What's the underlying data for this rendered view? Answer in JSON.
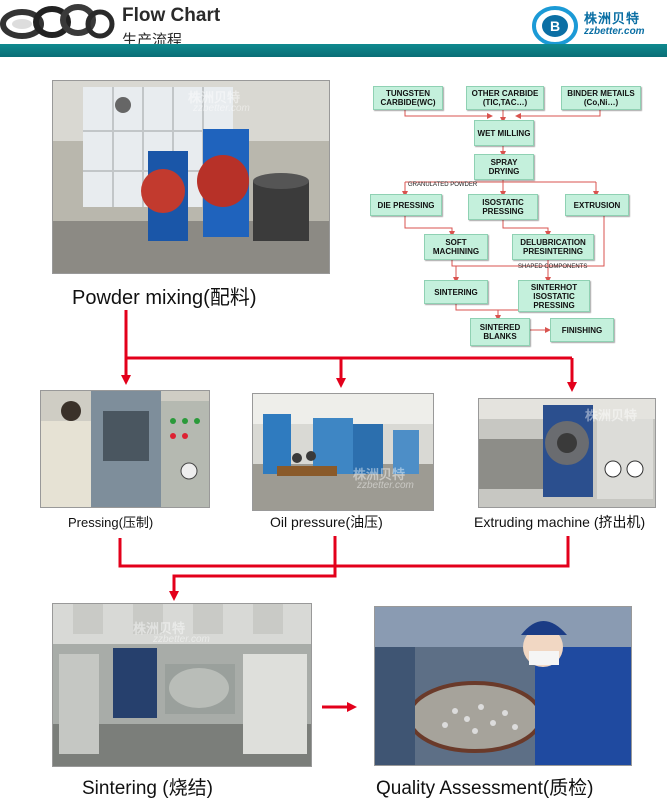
{
  "header": {
    "title": "Flow Chart",
    "subtitle": "生产流程",
    "logo_cn": "株洲贝特",
    "logo_en": "zzbetter.com"
  },
  "watermark": {
    "cn": "株洲贝特",
    "en": "zzbetter.com"
  },
  "stages": {
    "powder_mixing": "Powder mixing(配料)",
    "pressing": "Pressing(压制)",
    "oil_pressure": "Oil pressure(油压)",
    "extruding": "Extruding machine (挤出机)",
    "sintering": "Sintering (烧结)",
    "quality": "Quality Assessment(质检)"
  },
  "flowchart": {
    "tungsten_carbide": "TUNGSTEN CARBIDE(WC)",
    "other_carbide": "OTHER CARBIDE (TIC,TAC…)",
    "binder_metals": "BINDER METAILS (Co,Ni…)",
    "wet_milling": "WET MILLING",
    "spray_drying": "SPRAY DRYING",
    "granulated_powder": "GRANULATED POWDER",
    "die_pressing": "DIE PRESSING",
    "isostatic_pressing": "ISOSTATIC PRESSING",
    "extrusion": "EXTRUSION",
    "soft_machining": "SOFT MACHINING",
    "delubrication": "DELUBRICATION PRESINTERING",
    "shaped_components": "SHAPED COMPONENTS",
    "sintering": "SINTERING",
    "sinterhot": "SINTERHOT ISOSTATIC PRESSING",
    "sintered_blanks": "SINTERED BLANKS",
    "finishing": "FINISHING"
  },
  "colors": {
    "header_bar": "#0f8a8f",
    "arrow_red": "#e3001b",
    "box_fill": "#c4f0dc",
    "flow_arrow": "#d9534f"
  }
}
